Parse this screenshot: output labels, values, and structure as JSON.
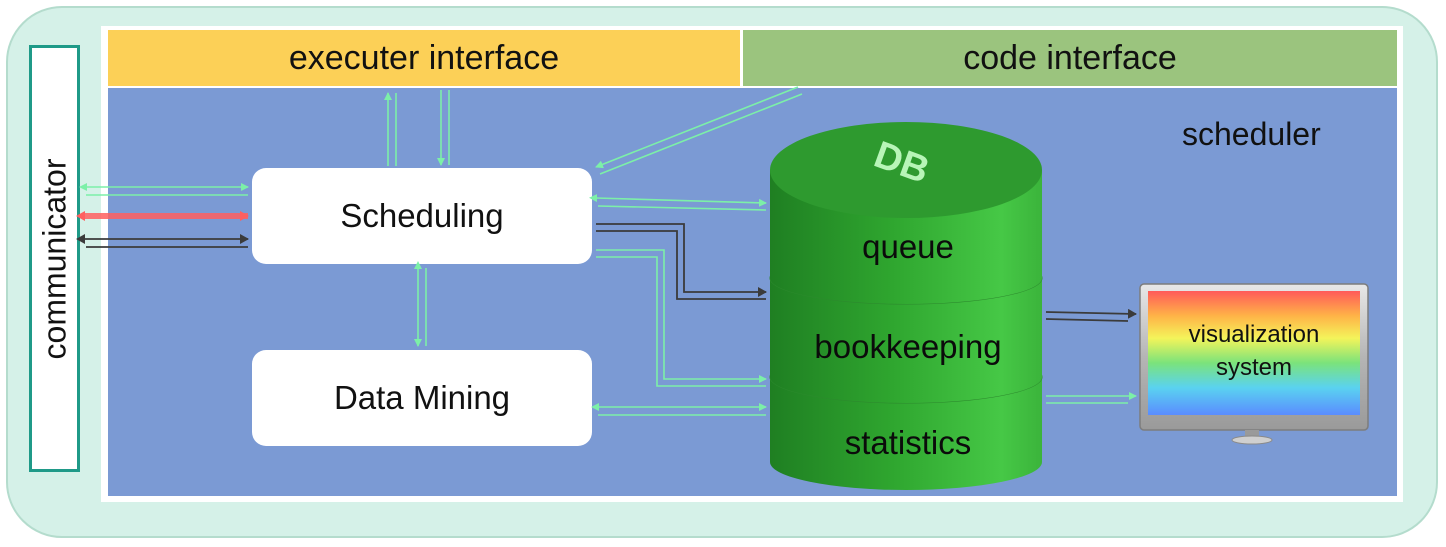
{
  "interfaces": {
    "executer": "executer interface",
    "code": "code interface"
  },
  "communicator": "communicator",
  "scheduler": "scheduler",
  "modules": {
    "scheduling": "Scheduling",
    "data_mining": "Data Mining"
  },
  "database": {
    "icon_text": "DB",
    "layers": [
      "queue",
      "bookkeeping",
      "statistics"
    ]
  },
  "visualization": {
    "line1": "visualization",
    "line2": "system"
  },
  "colors": {
    "green_arrow": "#7cf0a8",
    "red_arrow": "#ff5f5f",
    "dark_arrow": "#3b3b3b",
    "db_green": "#3cb83a",
    "scheduler_bg": "#7b9ad4",
    "executer_bg": "#fcd057",
    "code_bg": "#9bc47e"
  }
}
